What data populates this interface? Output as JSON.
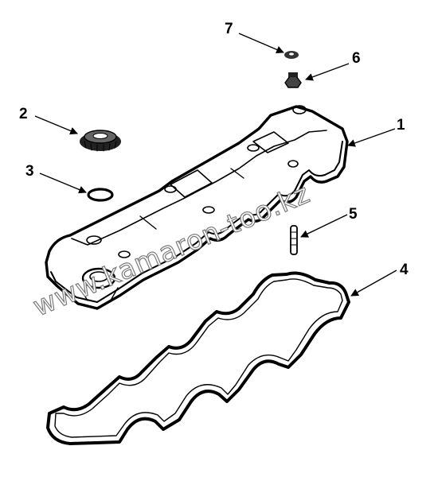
{
  "callouts": [
    {
      "id": "1",
      "label": "1"
    },
    {
      "id": "2",
      "label": "2"
    },
    {
      "id": "3",
      "label": "3"
    },
    {
      "id": "4",
      "label": "4"
    },
    {
      "id": "5",
      "label": "5"
    },
    {
      "id": "6",
      "label": "6"
    },
    {
      "id": "7",
      "label": "7"
    }
  ],
  "watermark": "www.kamaron-too.kz"
}
